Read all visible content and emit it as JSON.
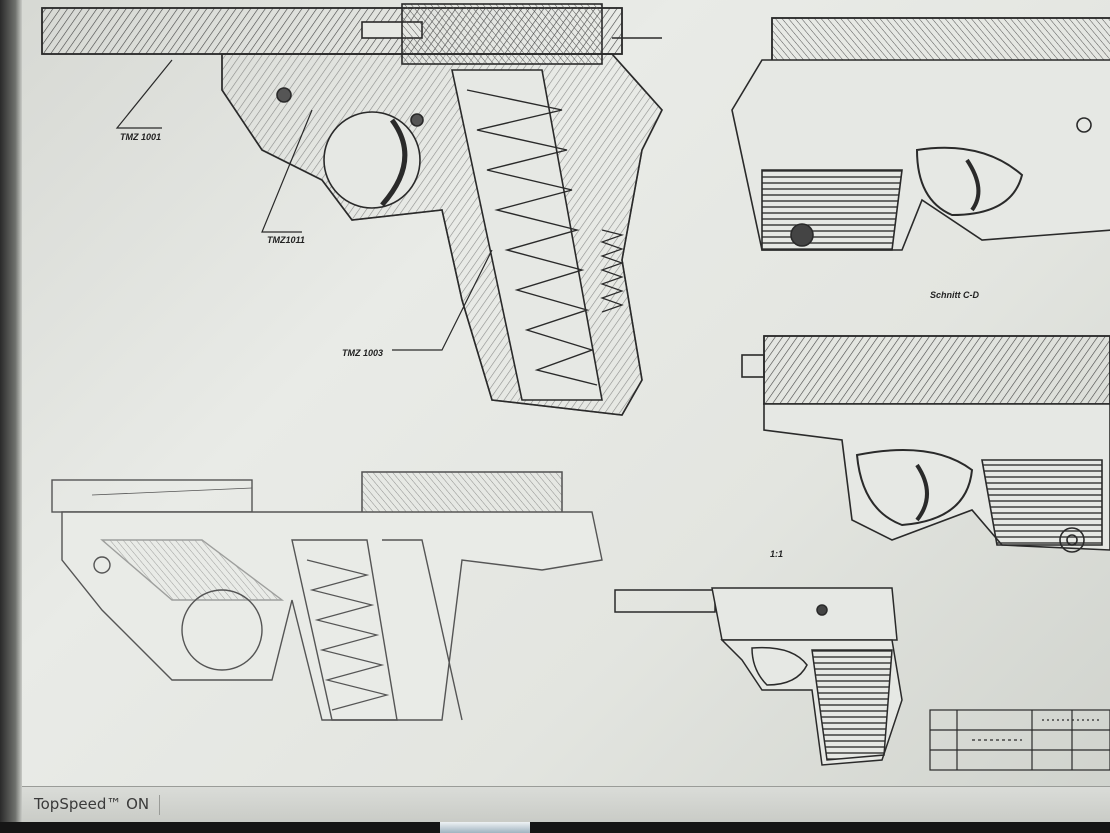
{
  "status_bar": {
    "mode_text": "TopSpeed™ ON"
  },
  "drawing": {
    "callouts": [
      "TMZ 1001",
      "TMZ1011",
      "TMZ 1003"
    ],
    "section_label": "Schnitt C-D",
    "view_label": "1:1"
  },
  "colors": {
    "ink": "#2a2a2a",
    "paper": "#e6e8e4",
    "hatch": "#555555"
  }
}
